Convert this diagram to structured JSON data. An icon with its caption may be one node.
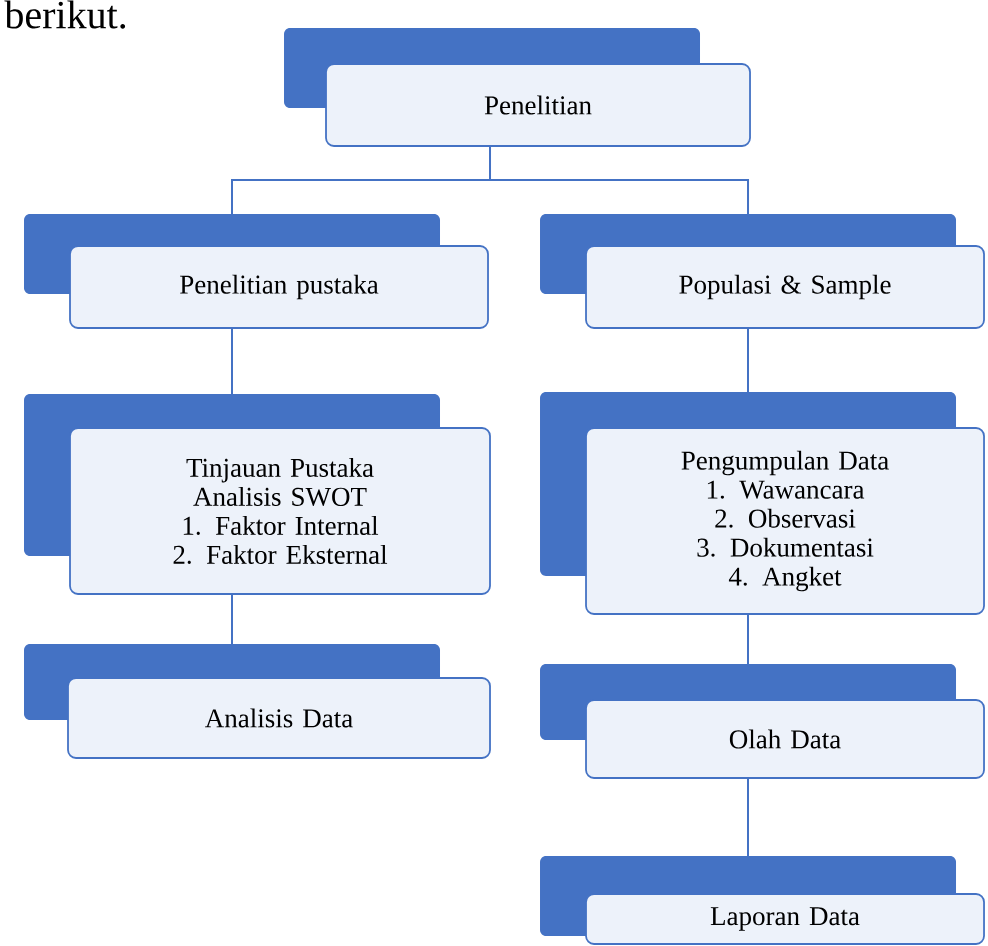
{
  "diagram": {
    "nodes": [
      {
        "text": [
          "Penelitian"
        ]
      },
      {
        "text": [
          "Penelitian pustaka"
        ]
      },
      {
        "text": [
          "Populasi & Sample"
        ]
      },
      {
        "text": [
          "Tinjauan Pustaka Analisis SWOT",
          "1. Faktor Internal",
          "2. Faktor Eksternal"
        ]
      },
      {
        "text": [
          "Pengumpulan Data",
          "1. Wawancara",
          "2. Observasi",
          "3. Dokumentasi",
          "4. Angket"
        ]
      },
      {
        "text": [
          "Analisis Data"
        ]
      },
      {
        "text": [
          "Olah Data"
        ]
      },
      {
        "text": [
          "Laporan Data"
        ]
      }
    ],
    "edges": [
      {
        "from": 0,
        "to": 1,
        "arrow": "none"
      },
      {
        "from": 0,
        "to": 2,
        "arrow": "none"
      },
      {
        "from": 1,
        "to": 3,
        "arrow": "none"
      },
      {
        "from": 3,
        "to": 5,
        "arrow": "none"
      },
      {
        "from": 2,
        "to": 4,
        "arrow": "none"
      },
      {
        "from": 4,
        "to": 6,
        "arrow": "none"
      },
      {
        "from": 6,
        "to": 7,
        "arrow": "none"
      }
    ],
    "labels": [
      "berikut."
    ]
  }
}
